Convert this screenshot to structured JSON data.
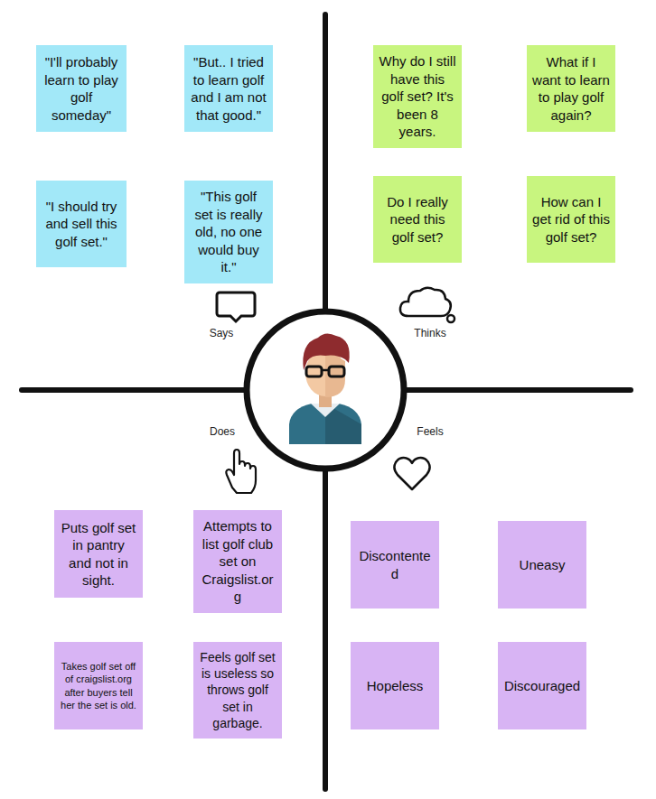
{
  "diagram": {
    "nodes": [
      {
        "text": [
          "\"I'll probably learn to play golf someday\""
        ]
      },
      {
        "text": [
          "\"But.. I tried to learn golf and I am not that good.\""
        ]
      },
      {
        "text": [
          "\"I should try and sell this golf set.\""
        ]
      },
      {
        "text": [
          "\"This golf set is really old, no one would buy it.\""
        ]
      },
      {
        "text": [
          "Why do I still have this golf set? It's been 8 years."
        ]
      },
      {
        "text": [
          "What if I want to learn to play golf again?"
        ]
      },
      {
        "text": [
          "Do I really need this golf set?"
        ]
      },
      {
        "text": [
          "How can I get rid of this golf set?"
        ]
      },
      {
        "text": [
          "Puts golf set in pantry and not in sight."
        ]
      },
      {
        "text": [
          "Attempts to list golf club set on Craigslist.org"
        ]
      },
      {
        "text": [
          "Takes golf set off of craigslist.org after buyers tell her the set is old."
        ]
      },
      {
        "text": [
          "Feels golf set is useless so throws golf set in garbage."
        ]
      },
      {
        "text": [
          "Discontented"
        ]
      },
      {
        "text": [
          "Uneasy"
        ]
      },
      {
        "text": [
          "Hopeless"
        ]
      },
      {
        "text": [
          "Discouraged"
        ]
      }
    ],
    "labels": [
      "Says",
      "Thinks",
      "Does",
      "Feels"
    ]
  }
}
